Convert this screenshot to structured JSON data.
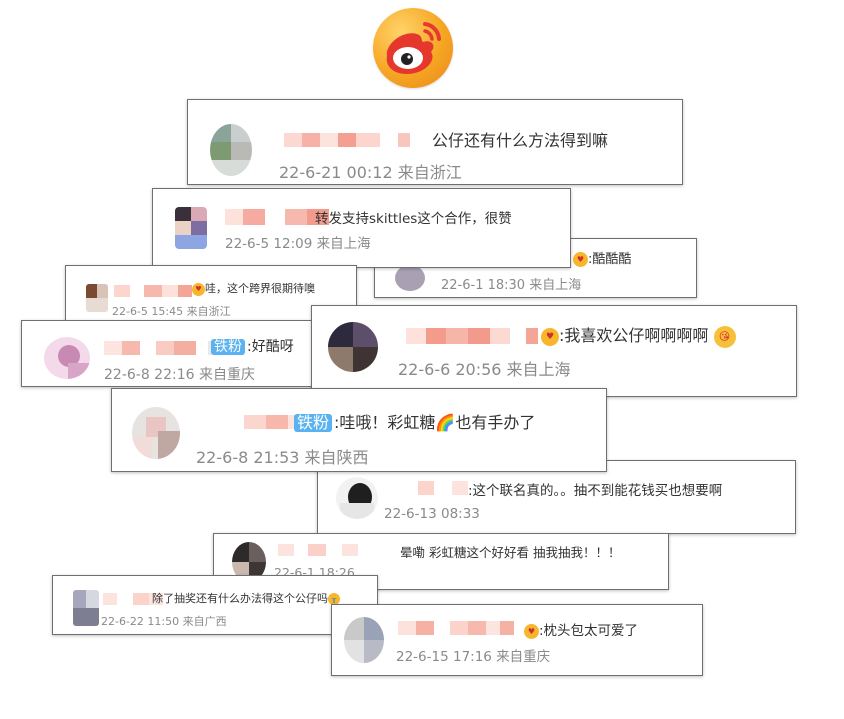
{
  "logo_icon": "weibo-logo-icon",
  "badge_label": "铁粉",
  "comments": [
    {
      "text": "公仔还有什么方法得到嘛",
      "meta": "22-6-21 00:12 来自浙江"
    },
    {
      "text": "转发支持skittles这个合作，很赞",
      "meta": "22-6-5 12:09 来自上海"
    },
    {
      "text": ":酷酷酷",
      "meta": "22-6-1 18:30 来自上海"
    },
    {
      "text": "哇，这个跨界很期待噢",
      "meta": "22-6-5 15:45 来自浙江"
    },
    {
      "text": ":好酷呀",
      "meta": "22-6-8 22:16 来自重庆"
    },
    {
      "text": ":我喜欢公仔啊啊啊啊",
      "meta": "22-6-6 20:56 来自上海"
    },
    {
      "text": ":哇哦！彩虹糖🌈也有手办了",
      "meta": "22-6-8 21:53 来自陕西"
    },
    {
      "text": ":这个联名真的。。抽不到能花钱买也想要啊",
      "meta": "22-6-13 08:33"
    },
    {
      "text": "晕嘞 彩虹糖这个好好看 抽我抽我！！！",
      "meta": "22-6-1 18:26"
    },
    {
      "text": "除了抽奖还有什么办法得这个公仔吗",
      "meta": "22-6-22 11:50 来自广西"
    },
    {
      "text": ":枕头包太可爱了",
      "meta": "22-6-15 17:16 来自重庆"
    }
  ]
}
